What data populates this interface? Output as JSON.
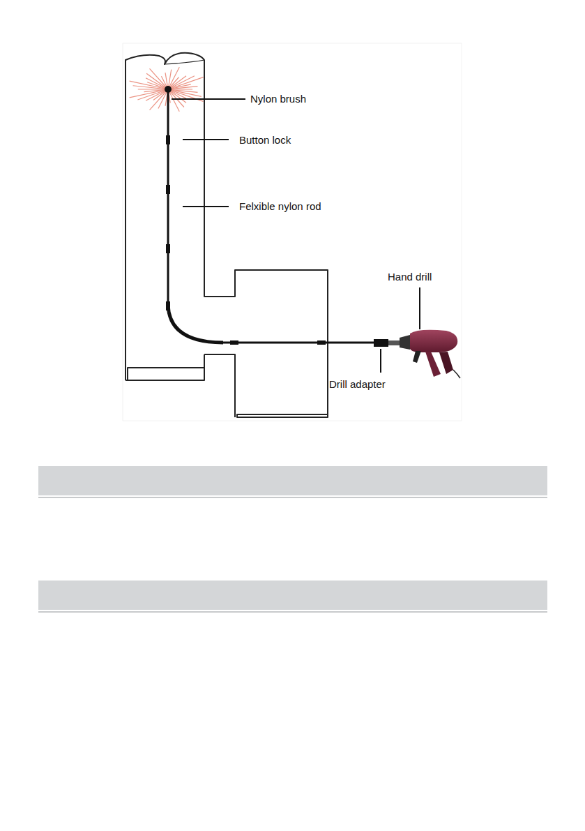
{
  "diagram": {
    "labels": [
      "Nylon brush",
      "Button lock",
      "Felxible nylon rod",
      "Hand drill",
      "Drill adapter"
    ]
  }
}
